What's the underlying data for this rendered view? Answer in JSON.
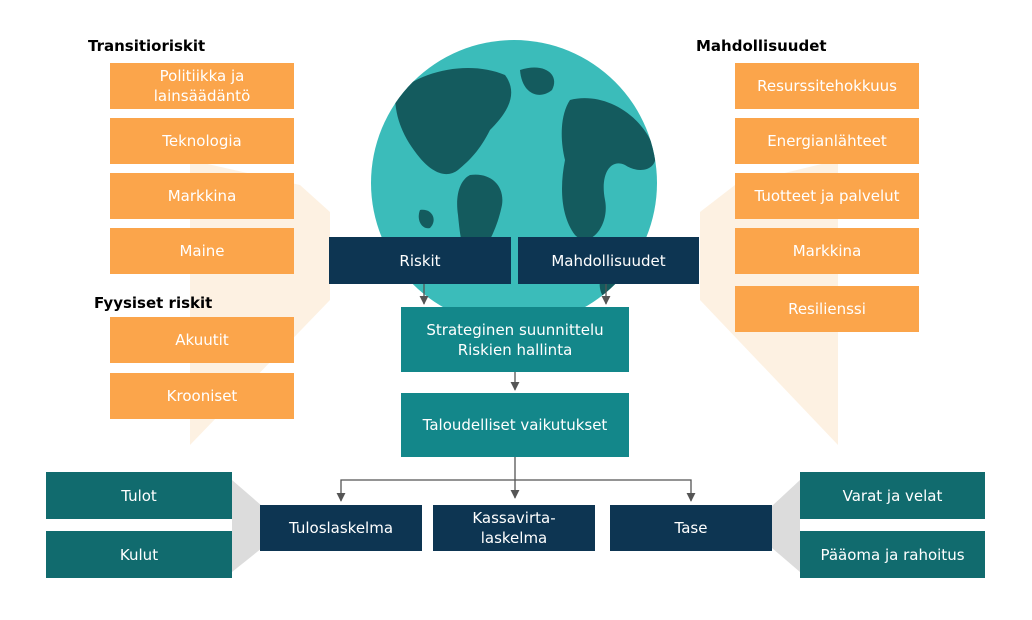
{
  "left": {
    "transition_title": "Transitioriskit",
    "transition_items": [
      "Politiikka ja lainsäädäntö",
      "Teknologia",
      "Markkina",
      "Maine"
    ],
    "physical_title": "Fyysiset riskit",
    "physical_items": [
      "Akuutit",
      "Krooniset"
    ]
  },
  "right": {
    "title": "Mahdollisuudet",
    "items": [
      "Resurssitehokkuus",
      "Energianlähteet",
      "Tuotteet ja palvelut",
      "Markkina",
      "Resilienssi"
    ]
  },
  "center": {
    "risks": "Riskit",
    "opportunities": "Mahdollisuudet",
    "strategy": "Strateginen suunnittelu\nRiskien hallinta",
    "financial": "Taloudelliset vaikutukset",
    "income_statement": "Tuloslaskelma",
    "cash_flow": "Kassavirta-\nlaskelma",
    "balance_sheet": "Tase"
  },
  "bottom_left": [
    "Tulot",
    "Kulut"
  ],
  "bottom_right": [
    "Varat ja velat",
    "Pääoma ja rahoitus"
  ],
  "colors": {
    "orange": "#fba54b",
    "navy": "#0d3552",
    "teal": "#13878a",
    "dark_teal": "#116b6e",
    "globe_ocean": "#3bbcba",
    "globe_land": "#145b5e"
  }
}
